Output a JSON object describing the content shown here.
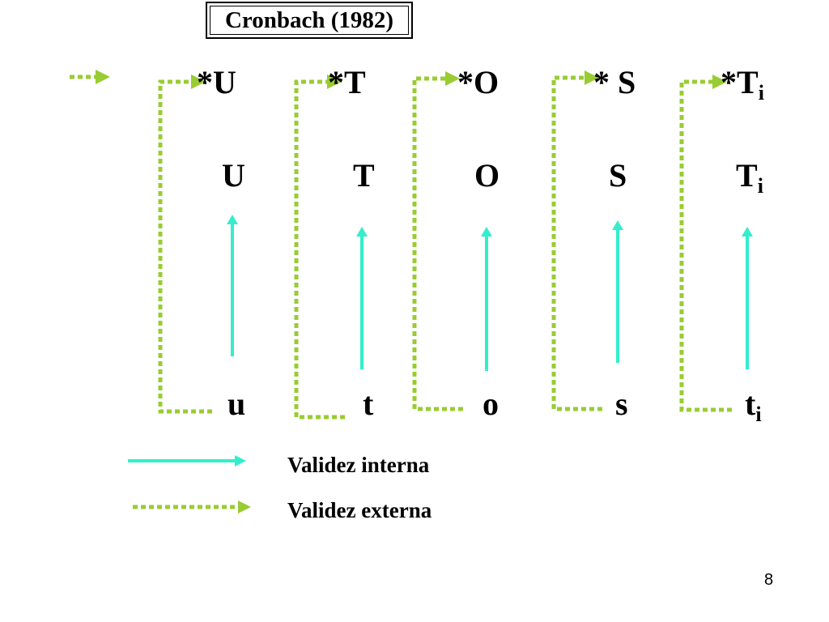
{
  "header": {
    "title": "Cronbach (1982)"
  },
  "columns": [
    {
      "id": "u",
      "star_label": "*U",
      "star_sub": "",
      "mid_label": "U",
      "mid_sub": "",
      "bottom_label": "u",
      "bottom_sub": ""
    },
    {
      "id": "t",
      "star_label": "*T",
      "star_sub": "",
      "mid_label": "T",
      "mid_sub": "",
      "bottom_label": "t",
      "bottom_sub": ""
    },
    {
      "id": "o",
      "star_label": "*O",
      "star_sub": "",
      "mid_label": "O",
      "mid_sub": "",
      "bottom_label": "o",
      "bottom_sub": ""
    },
    {
      "id": "s",
      "star_label": "* S",
      "star_sub": "",
      "mid_label": "S",
      "mid_sub": "",
      "bottom_label": "s",
      "bottom_sub": ""
    },
    {
      "id": "ti",
      "star_label": "*T",
      "star_sub": "i",
      "mid_label": "T",
      "mid_sub": "i",
      "bottom_label": "t",
      "bottom_sub": "i"
    }
  ],
  "legend": {
    "internal_label": "Validez interna",
    "external_label": "Validez externa"
  },
  "colors": {
    "internal": "#33eecc",
    "external": "#99cc33"
  },
  "footer": {
    "page_number": "8"
  }
}
